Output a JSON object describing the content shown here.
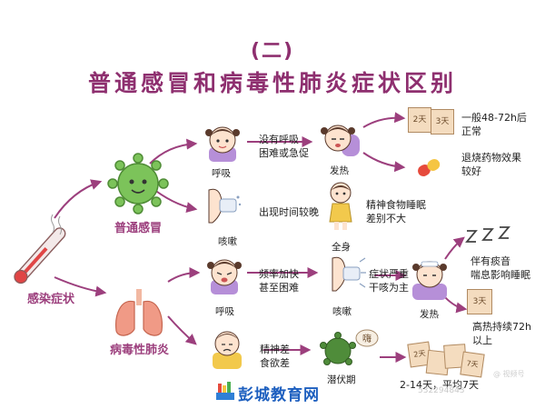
{
  "header": {
    "section_number": "(二)",
    "title": "普通感冒和病毒性肺炎症状区别"
  },
  "root": {
    "label": "感染症状"
  },
  "cold": {
    "label": "普通感冒",
    "breathing": {
      "caption": "呼吸",
      "note": [
        "没有呼吸",
        "困难或急促"
      ]
    },
    "cough": {
      "caption": "咳嗽",
      "note": [
        "出现时间较晚"
      ]
    },
    "fever": {
      "caption": "发热",
      "calendar": [
        "2天",
        "3天"
      ],
      "note_normal": [
        "一般48-72h后",
        "正常"
      ],
      "note_medicine": [
        "退烧药物效果",
        "较好"
      ]
    },
    "body": {
      "caption": "全身",
      "note": [
        "精神食物睡眠",
        "差别不大"
      ]
    }
  },
  "pneumonia": {
    "label": "病毒性肺炎",
    "breathing": {
      "caption": "呼吸",
      "note": [
        "频率加快",
        "甚至困难"
      ]
    },
    "cough": {
      "caption": "咳嗽",
      "note": [
        "症状严重",
        "干咳为主"
      ]
    },
    "fever": {
      "caption": "发热",
      "sleep_note": [
        "伴有痰音",
        "喘息影响睡眠"
      ],
      "calendar": "3天",
      "note": [
        "高热持续72h",
        "以上"
      ]
    },
    "spirit": {
      "note": [
        "精神差",
        "食欲差"
      ]
    },
    "incubation": {
      "caption": "潜伏期",
      "bubble": "嗨",
      "calendar": [
        "2天",
        "7天"
      ],
      "note": "2-14天，平均7天"
    }
  },
  "watermark": {
    "brand": "彭城教育网",
    "id": "532294843",
    "tag": "@ 视频号"
  },
  "colors": {
    "title": "#8e2f6f",
    "arrow": "#9c3f7d",
    "brand": "#1d5fbf",
    "virus": "#7cc35a"
  }
}
